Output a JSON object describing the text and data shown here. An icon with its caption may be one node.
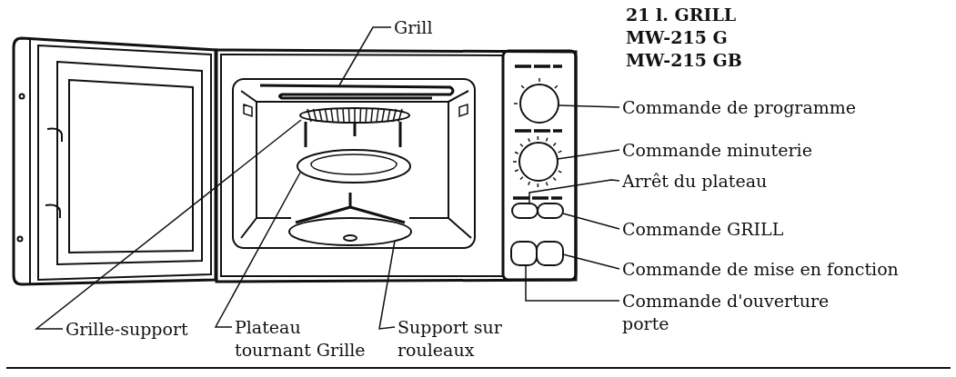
{
  "diagram": {
    "nodes": [
      {
        "text": [
          "Grill"
        ]
      },
      {
        "text": [],
        "shape": "bar"
      },
      {
        "text": [
          "Commande de programme"
        ]
      },
      {
        "text": [],
        "shape": "circle"
      },
      {
        "text": [
          "Commande minuterie"
        ]
      },
      {
        "text": [],
        "shape": "circle"
      },
      {
        "text": [
          "Arrêt du plateau"
        ]
      },
      {
        "text": [],
        "shape": "box"
      },
      {
        "text": [
          "Commande GRILL"
        ]
      },
      {
        "text": [],
        "shape": "box"
      },
      {
        "text": [
          "Commande de mise en fonction"
        ]
      },
      {
        "text": [],
        "shape": "box"
      },
      {
        "text": [
          "Commande d'ouverture porte"
        ]
      },
      {
        "text": [],
        "shape": "box"
      },
      {
        "text": [
          "Grille-support"
        ]
      },
      {
        "text": [],
        "shape": "circle"
      },
      {
        "text": [
          "Plateau tournant Grille"
        ]
      },
      {
        "text": [],
        "shape": "circle"
      },
      {
        "text": [
          "Support sur rouleaux"
        ]
      },
      {
        "text": [],
        "shape": "circle"
      }
    ],
    "edges": [
      {
        "from": 0,
        "to": 1,
        "arrow": "none"
      },
      {
        "from": 2,
        "to": 3,
        "arrow": "none"
      },
      {
        "from": 4,
        "to": 5,
        "arrow": "none"
      },
      {
        "from": 6,
        "to": 7,
        "arrow": "none"
      },
      {
        "from": 8,
        "to": 9,
        "arrow": "none"
      },
      {
        "from": 10,
        "to": 11,
        "arrow": "none"
      },
      {
        "from": 12,
        "to": 13,
        "arrow": "none"
      },
      {
        "from": 14,
        "to": 15,
        "arrow": "none"
      },
      {
        "from": 16,
        "to": 17,
        "arrow": "none"
      },
      {
        "from": 18,
        "to": 19,
        "arrow": "none"
      }
    ],
    "labels": [
      "21 l. GRILL",
      "MW-215 G",
      "MW-215 GB"
    ]
  }
}
